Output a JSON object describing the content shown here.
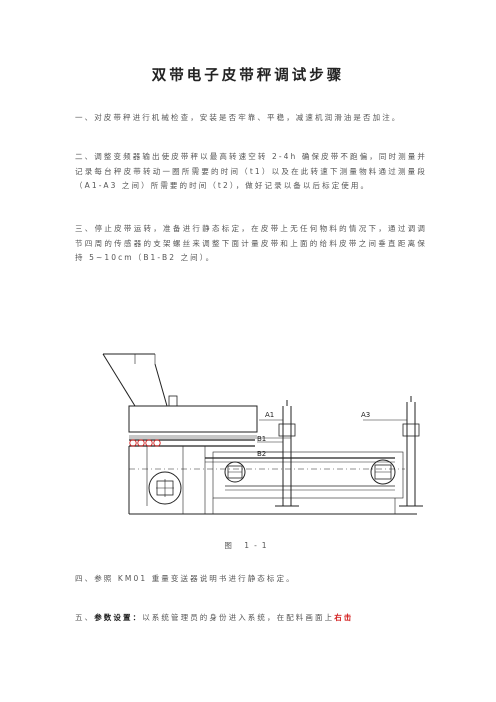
{
  "doc": {
    "title": "双带电子皮带秤调试步骤",
    "p1": "一、对皮带秤进行机械检查，安装是否牢靠、平稳，减速机润滑油是否加注。",
    "p2": "二、调整变频器输出使皮带秤以最高转速空转 2-4h 确保皮带不跑偏，同时测量并记录每台秤皮带转动一圈所需要的时间（t1）以及在此转速下测量物料通过测量段（A1-A3 之间）所需要的时间（t2），做好记录以备以后标定使用。",
    "p3": "三、停止皮带运转，准备进行静态标定，在皮带上无任何物料的情况下，通过调调节四周的传感器的支架螺丝来调整下面计量皮带和上面的给料皮带之间垂直距离保持 5~10cm（B1-B2 之间）。",
    "caption": "图 1-1",
    "p4": "四、参照 KM01 重量变送器说明书进行静态标定。",
    "p5_prefix": "五、",
    "p5_bold": "参数设置：",
    "p5_text": "以系统管理员的身份进入系统，在配料画面上",
    "p5_red": "右击"
  },
  "figure": {
    "labels": {
      "a1": "A1",
      "a3": "A3",
      "b1": "B1",
      "b2": "B2"
    },
    "colors": {
      "highlight": "#d42020",
      "line": "#222222"
    }
  }
}
